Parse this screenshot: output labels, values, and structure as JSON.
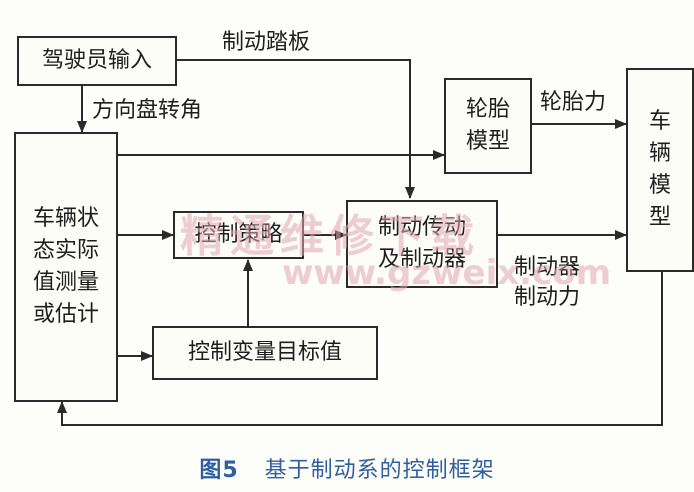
{
  "diagram": {
    "boxes": {
      "driver_input": "驾驶员输入",
      "vehicle_state": "车辆状\n态实际\n值测量\n或估计",
      "tire_model": "轮胎\n模型",
      "vehicle_model": "车\n辆\n模\n型",
      "control_strategy": "控制策略",
      "brake_actuator": "制动传动\n及制动器",
      "target_value": "控制变量目标值"
    },
    "labels": {
      "brake_pedal": "制动踏板",
      "steering_angle": "方向盘转角",
      "tire_force": "轮胎力",
      "brake_force": "制动器\n制动力"
    },
    "watermark": {
      "cn": "精通维修下载",
      "url": "www.gzweix.com"
    },
    "caption": {
      "figure_no": "图5",
      "title": "基于制动系的控制框架"
    }
  },
  "colors": {
    "line": "#2a2a2a",
    "caption": "#2f5f9f",
    "watermark": "#e0a7b3"
  }
}
